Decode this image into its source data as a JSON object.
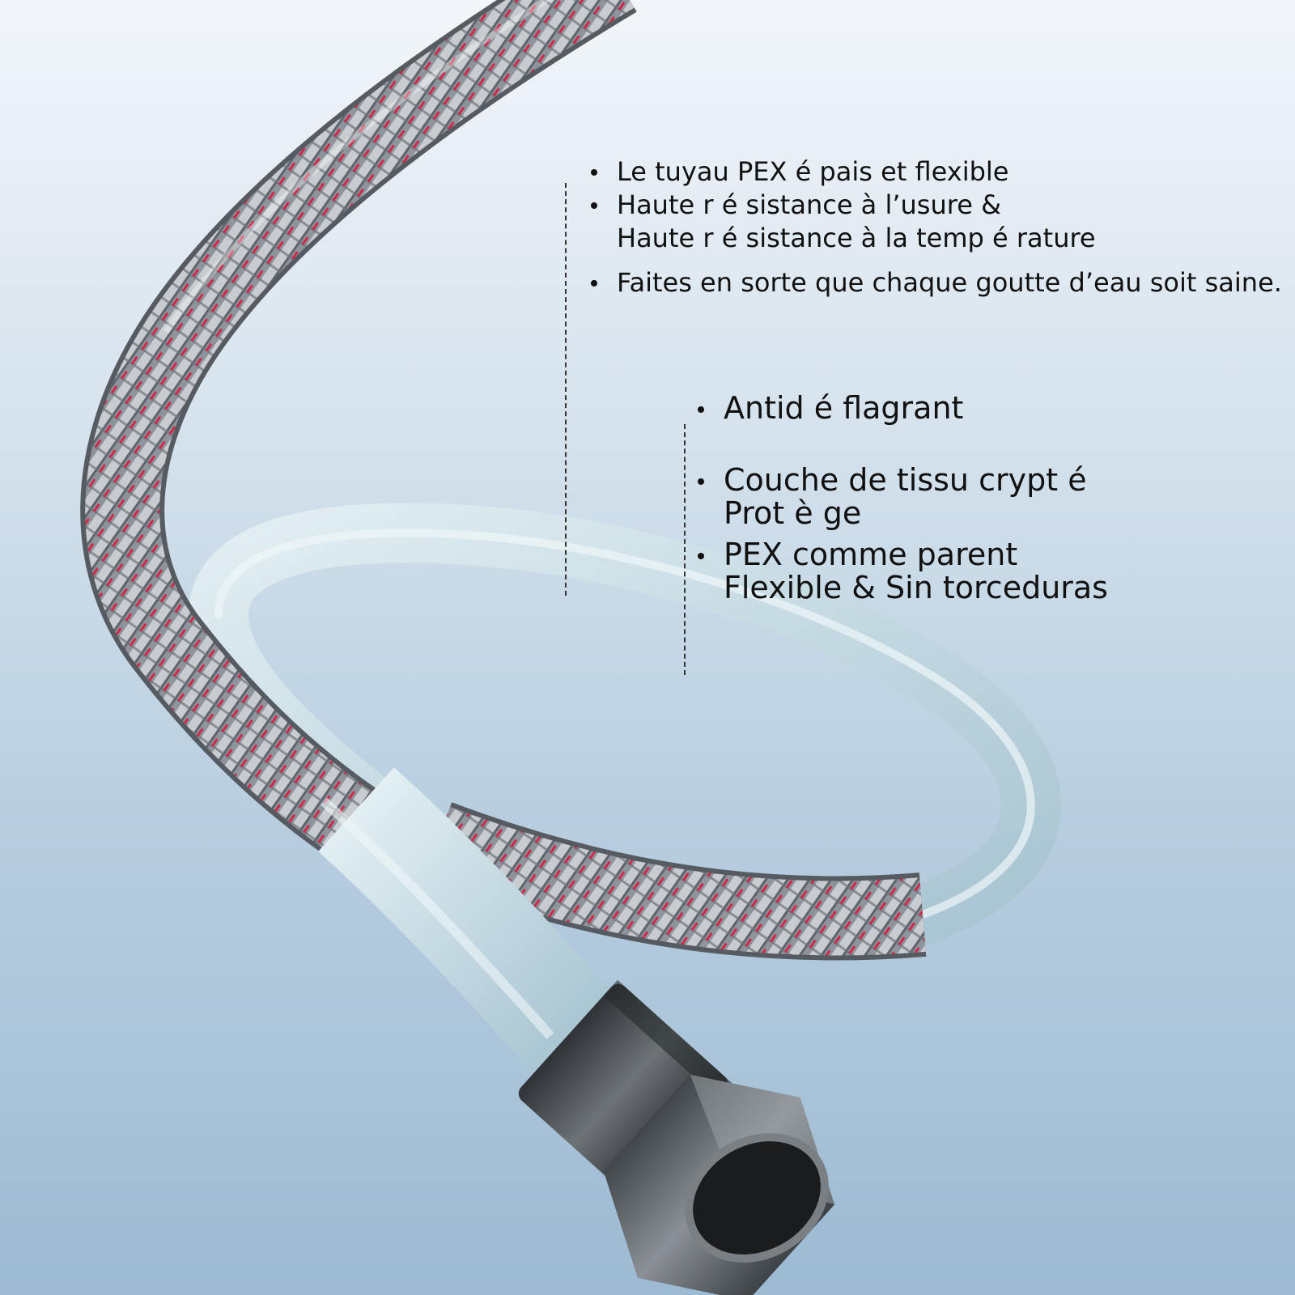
{
  "image": {
    "subject": "braided hose",
    "icons": [
      "braided-hose-icon",
      "hex-nut-icon"
    ],
    "colors": {
      "background_top": "#f2f6fa",
      "background_bottom": "#9dbad3",
      "braid_steel": "#9aa0a6",
      "braid_red_stripe": "#d0284a",
      "pex_tube": "#c6dbe3",
      "fitting": "#5b5f63",
      "text": "#111111"
    }
  },
  "features_top": [
    {
      "lines": [
        "Le tuyau PEX  é pais et flexible"
      ]
    },
    {
      "lines": [
        "Haute r é sistance  à  l’usure &",
        "Haute r é sistance  à  la temp é rature"
      ]
    },
    {
      "lines": [
        "Faites en sorte que chaque goutte d’eau soit saine."
      ]
    }
  ],
  "features_bottom": [
    {
      "lines": [
        "Antid é flagrant"
      ]
    },
    {
      "lines": [
        "Couche de tissu crypt é",
        "Prot è ge"
      ]
    },
    {
      "lines": [
        "PEX comme parent",
        "Flexible & Sin torceduras"
      ]
    }
  ]
}
